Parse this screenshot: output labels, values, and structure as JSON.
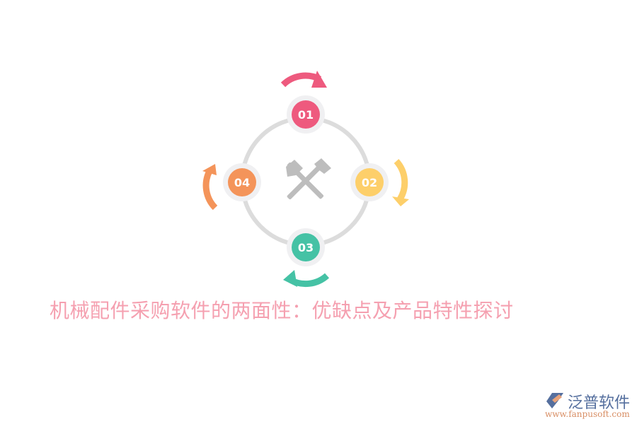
{
  "diagram": {
    "center_icon": "crossed-hammers-icon",
    "steps": [
      {
        "label": "01",
        "color": "#ee5a7e",
        "arrow": "clockwise-top"
      },
      {
        "label": "02",
        "color": "#fdcf6a",
        "arrow": "clockwise-right"
      },
      {
        "label": "03",
        "color": "#45c2a5",
        "arrow": "clockwise-bottom"
      },
      {
        "label": "04",
        "color": "#f4945a",
        "arrow": "clockwise-left"
      }
    ],
    "ring_color": "#dcdcdc",
    "node_ring_color": "#f0f0f2",
    "icon_color": "#bdbdbd"
  },
  "title": "机械配件采购软件的两面性：优缺点及产品特性探讨",
  "title_color": "#f5a0b0",
  "logo": {
    "name": "泛普软件",
    "url": "www.fanpusoft.com"
  }
}
